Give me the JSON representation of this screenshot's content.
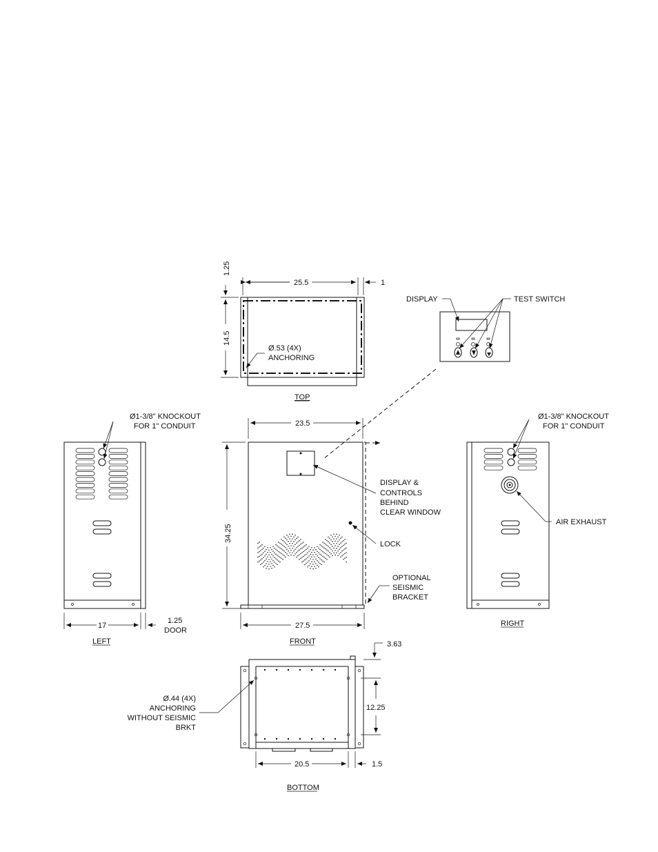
{
  "views": {
    "top": "TOP",
    "front": "FRONT",
    "left": "LEFT",
    "right": "RIGHT",
    "bottom": "BOTTOM"
  },
  "dimensions": {
    "top_width": "25.5",
    "top_offset_right": "1",
    "top_offset_vertical": "1.25",
    "top_depth": "14.5",
    "front_width_top": "23.5",
    "front_height": "34.25",
    "front_width_bottom": "27.5",
    "left_depth": "17",
    "door_thickness": "1.25",
    "bottom_offset": "3.63",
    "bottom_depth": "12.25",
    "bottom_width": "20.5",
    "bottom_offset_right": "1.5"
  },
  "callouts": {
    "top_anchoring_line1": "Ø.53 (4X)",
    "top_anchoring_line2": "ANCHORING",
    "display": "DISPLAY",
    "test_switch": "TEST SWITCH",
    "knockout_left_line1": "Ø1-3/8\" KNOCKOUT",
    "knockout_left_line2": "FOR 1\" CONDUIT",
    "knockout_right_line1": "Ø1-3/8\" KNOCKOUT",
    "knockout_right_line2": "FOR 1\" CONDUIT",
    "display_controls_line1": "DISPLAY &",
    "display_controls_line2": "CONTROLS",
    "display_controls_line3": "BEHIND",
    "display_controls_line4": "CLEAR WINDOW",
    "lock": "LOCK",
    "seismic_line1": "OPTIONAL",
    "seismic_line2": "SEISMIC",
    "seismic_line3": "BRACKET",
    "door": "DOOR",
    "air_exhaust": "AIR EXHAUST",
    "bottom_anchoring_line1": "Ø.44 (4X)",
    "bottom_anchoring_line2": "ANCHORING",
    "bottom_anchoring_line3": "WITHOUT SEISMIC",
    "bottom_anchoring_line4": "BRKT"
  }
}
